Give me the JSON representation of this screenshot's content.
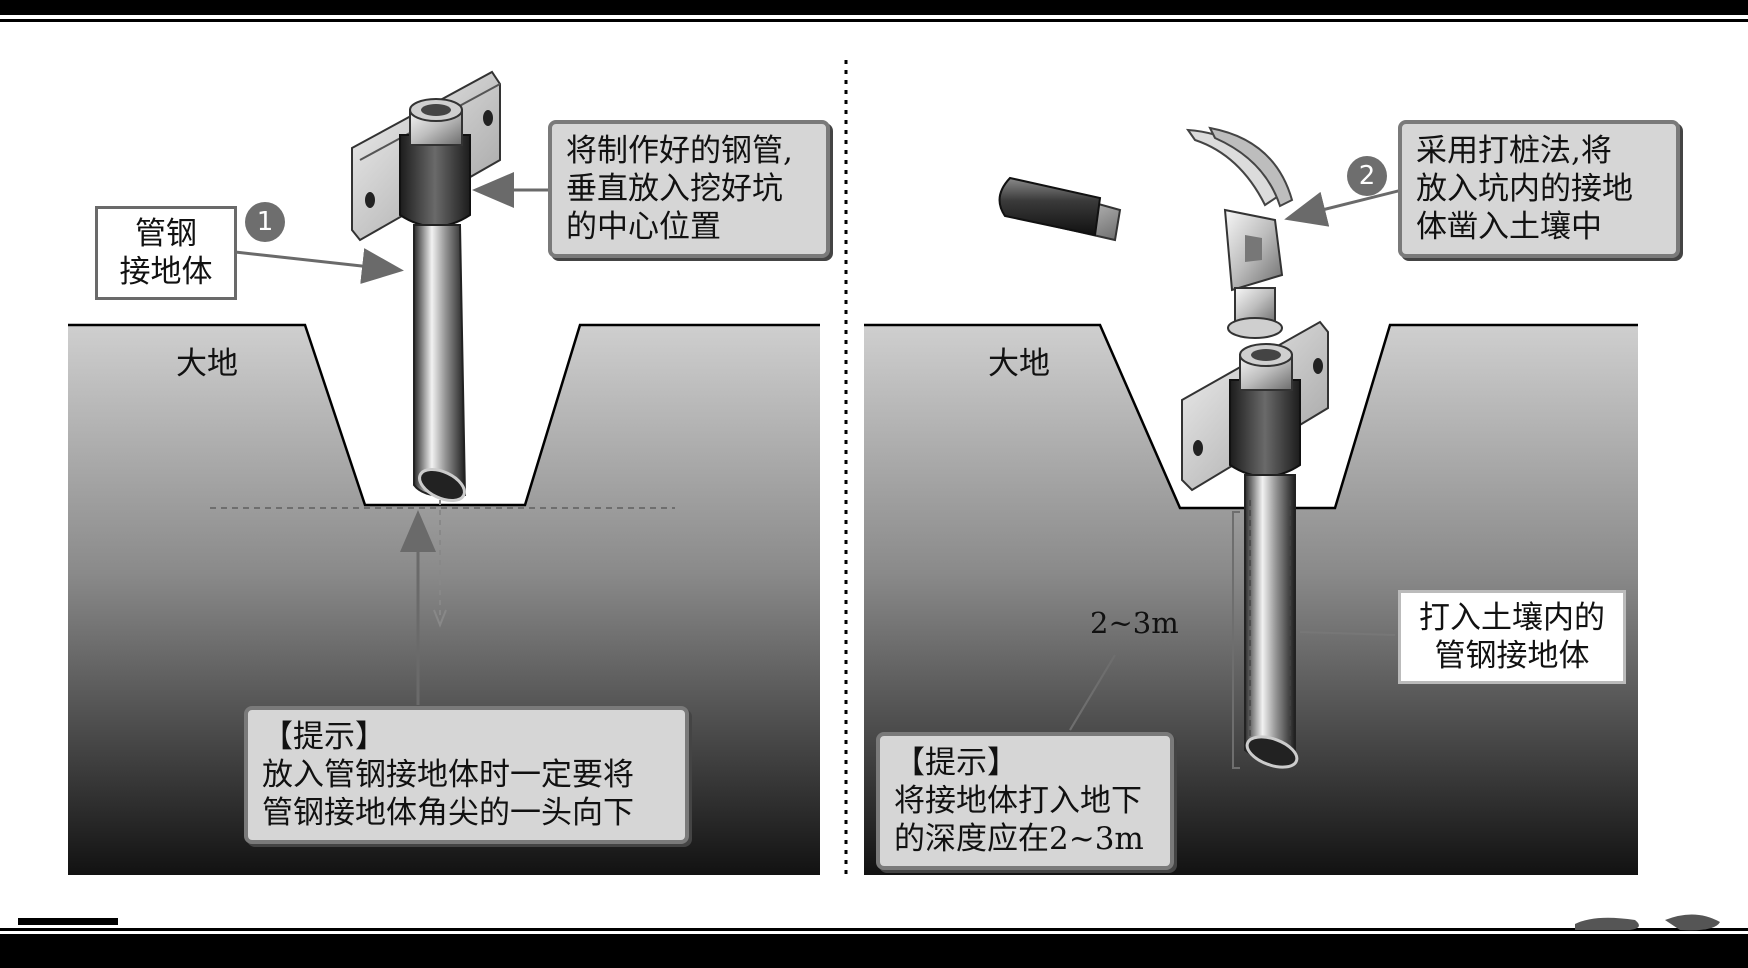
{
  "left_panel": {
    "badge": "1",
    "ground_label": "大地",
    "pipe_label": [
      "管钢",
      "接地体"
    ],
    "callout": [
      "将制作好的钢管,",
      "垂直放入挖好坑",
      "的中心位置"
    ],
    "tip": [
      "【提示】",
      "放入管钢接地体时一定要将",
      "管钢接地体角尖的一头向下"
    ]
  },
  "right_panel": {
    "badge": "2",
    "ground_label": "大地",
    "callout": [
      "采用打桩法,将",
      "放入坑内的接地",
      "体凿入土壤中"
    ],
    "depth_label": "2~3m",
    "buried_label": [
      "打入土壤内的",
      "管钢接地体"
    ],
    "tip": [
      "【提示】",
      "将接地体打入地下",
      "的深度应在2~3m"
    ]
  },
  "colors": {
    "frame": "#000000",
    "ground_top": "#c8c8c8",
    "ground_bottom": "#151515",
    "callout_bg": "#d6d6d6",
    "callout_border": "#7a7a7a",
    "badge": "#6e6e6e"
  }
}
